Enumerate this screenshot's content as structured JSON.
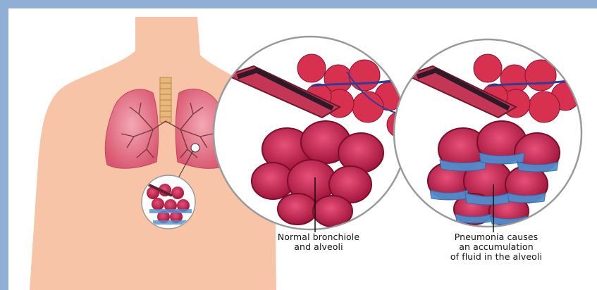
{
  "labels": {
    "normal": {
      "line1": "Normal bronchiole",
      "line2": "and alveoli"
    },
    "pneumonia": {
      "line1": "Pneumonia causes",
      "line2": "an accumulation",
      "line3": "of fluid in the alveoli"
    }
  },
  "colors": {
    "frame": "#8fb0d4",
    "skin": "#f7c4a8",
    "lung": "#e57c8f",
    "alveoli": "#c41f4a",
    "fluid": "#4f8fd0",
    "trachea": "#e8b77a"
  }
}
